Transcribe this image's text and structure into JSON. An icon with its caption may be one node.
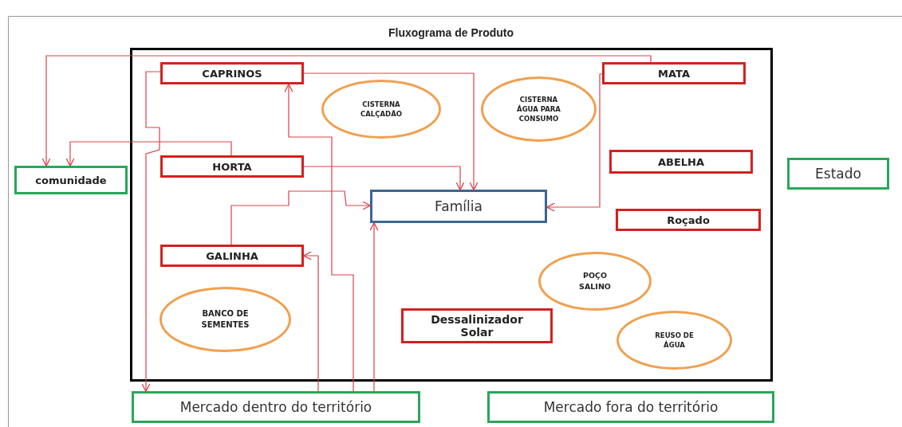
{
  "diagram": {
    "title": "Fluxograma de Produto",
    "nodes": [
      {
        "text": [],
        "shape": "box"
      },
      {
        "text": [
          "CAPRINOS"
        ],
        "in": 0
      },
      {
        "text": [
          "MATA"
        ],
        "in": 0
      },
      {
        "text": [
          "CISTERNA CALÇADÃO"
        ],
        "in": 0
      },
      {
        "text": [
          "CISTERNA ÁGUA PARA CONSUMO"
        ],
        "in": 0
      },
      {
        "text": [
          "comunidade"
        ]
      },
      {
        "text": [
          "Estado"
        ]
      },
      {
        "text": [
          "ABELHA"
        ],
        "in": 0
      },
      {
        "text": [
          "HORTA"
        ],
        "in": 0
      },
      {
        "text": [
          "Família"
        ],
        "in": 0
      },
      {
        "text": [
          "Roçado"
        ],
        "in": 0
      },
      {
        "text": [
          "GALINHA"
        ],
        "in": 0
      },
      {
        "text": [
          "POÇO SALINO"
        ],
        "in": 0
      },
      {
        "text": [
          "BANCO DE SEMENTES"
        ],
        "in": 0
      },
      {
        "text": [
          "Dessalinizador Solar"
        ],
        "in": 0
      },
      {
        "text": [
          "REUSO DE ÁGUA"
        ],
        "in": 0
      },
      {
        "text": [
          "Mercado dentro do território"
        ]
      },
      {
        "text": [
          "Mercado fora do território"
        ]
      }
    ],
    "edges": [
      {
        "from": 2,
        "to": 5,
        "arrow": "to"
      },
      {
        "from": 1,
        "to": 16,
        "arrow": "to"
      },
      {
        "from": 8,
        "to": 5,
        "arrow": "to"
      },
      {
        "from": 1,
        "to": 9,
        "arrow": "to"
      },
      {
        "from": 8,
        "to": 9,
        "arrow": "to"
      },
      {
        "from": 11,
        "to": 9,
        "arrow": "to"
      },
      {
        "from": 2,
        "to": 9,
        "arrow": "to"
      },
      {
        "from": 16,
        "to": 1,
        "arrow": "to"
      },
      {
        "from": 16,
        "to": 11,
        "arrow": "to"
      },
      {
        "from": 16,
        "to": 9,
        "arrow": "to"
      }
    ]
  }
}
